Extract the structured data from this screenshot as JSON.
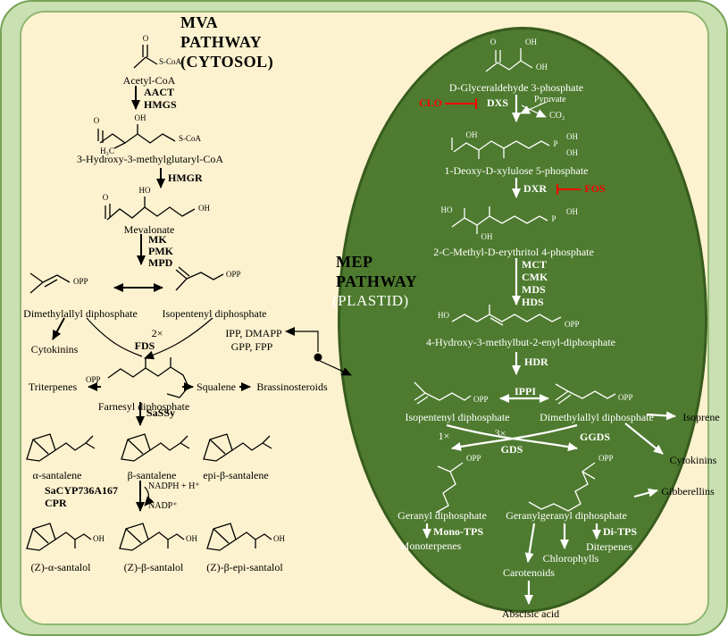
{
  "mva": {
    "title": {
      "l1": "MVA",
      "l2": "PATHWAY",
      "l3": "(CYTOSOL)"
    },
    "compounds": {
      "acetyl_coa": "Acetyl-CoA",
      "hmg_coa": "3-Hydroxy-3-methylglutaryl-CoA",
      "mevalonate": "Mevalonate",
      "dmapp": "Dimethylallyl diphosphate",
      "ipp": "Isopentenyl diphosphate",
      "fpp": "Farnesyl diphosphate",
      "alpha_santalene": "α-santalene",
      "beta_santalene": "β-santalene",
      "epi_beta_santalene": "epi-β-santalene",
      "z_alpha_santalol": "(Z)-α-santalol",
      "z_beta_santalol": "(Z)-β-santalol",
      "z_beta_epi_santalol": "(Z)-β-epi-santalol"
    },
    "enzymes": {
      "aact": "AACT",
      "hmgs": "HMGS",
      "hmgr": "HMGR",
      "mk": "MK",
      "pmk": "PMK",
      "mpd": "MPD",
      "fds": "FDS",
      "fds_mult": "2×",
      "sassy": "SaSSy",
      "cyp": "SaCYP736A167",
      "cpr": "CPR"
    },
    "cofactors": {
      "nadph": "NADPH + H⁺",
      "nadp": "NADP⁺"
    },
    "products": {
      "cytokinins": "Cytokinins",
      "triterpenes": "Triterpenes",
      "squalene": "Squalene",
      "brassinosteroids": "Brassinosteroids"
    },
    "pool": {
      "l1": "IPP, DMAPP",
      "l2": "GPP, FPP"
    }
  },
  "mep": {
    "title": {
      "l1": "MEP",
      "l2": "PATHWAY",
      "l3": "(PLASTID)"
    },
    "compounds": {
      "gap": "D-Glyceraldehyde 3-phosphate",
      "pyruvate": "Pyruvate",
      "co2": "CO₂",
      "dxp": "1-Deoxy-D-xylulose 5-phosphate",
      "mep_p": "2-C-Methyl-D-erythritol 4-phosphate",
      "hmbpp": "4-Hydroxy-3-methylbut-2-enyl-diphosphate",
      "ipp": "Isopentenyl diphosphate",
      "dmapp": "Dimethylallyl diphosphate",
      "gpp": "Geranyl diphosphate",
      "ggpp": "Geranylgeranyl diphosphate"
    },
    "enzymes": {
      "dxs": "DXS",
      "dxr": "DXR",
      "mct": "MCT",
      "cmk": "CMK",
      "mds": "MDS",
      "hds": "HDS",
      "hdr": "HDR",
      "ippi": "IPPI",
      "gds": "GDS",
      "gds_mult": "1×",
      "ggds": "GGDS",
      "ggds_mult": "3×",
      "mono_tps": "Mono-TPS",
      "di_tps": "Di-TPS"
    },
    "inhibitors": {
      "clo": "CLO",
      "fos": "FOS"
    },
    "products": {
      "isoprene": "Isoprene",
      "cytokinins": "Cytokinins",
      "gibberellins": "Gibberellins",
      "monoterpenes": "Monoterpenes",
      "diterpenes": "Diterpenes",
      "chlorophylls": "Chlorophylls",
      "carotenoids": "Carotenoids",
      "abscisic_acid": "Abscisic acid"
    }
  },
  "atoms": {
    "o": "O",
    "oh": "OH",
    "ho": "HO",
    "opp": "OPP",
    "s_coa": "S-CoA",
    "h3c": "H₃C",
    "p": "P"
  },
  "colors": {
    "frame_green": "#c9e0b2",
    "cream": "#fdf2cf",
    "plastid_green": "#4e7b2f",
    "inhibit_red": "#ff0000"
  }
}
